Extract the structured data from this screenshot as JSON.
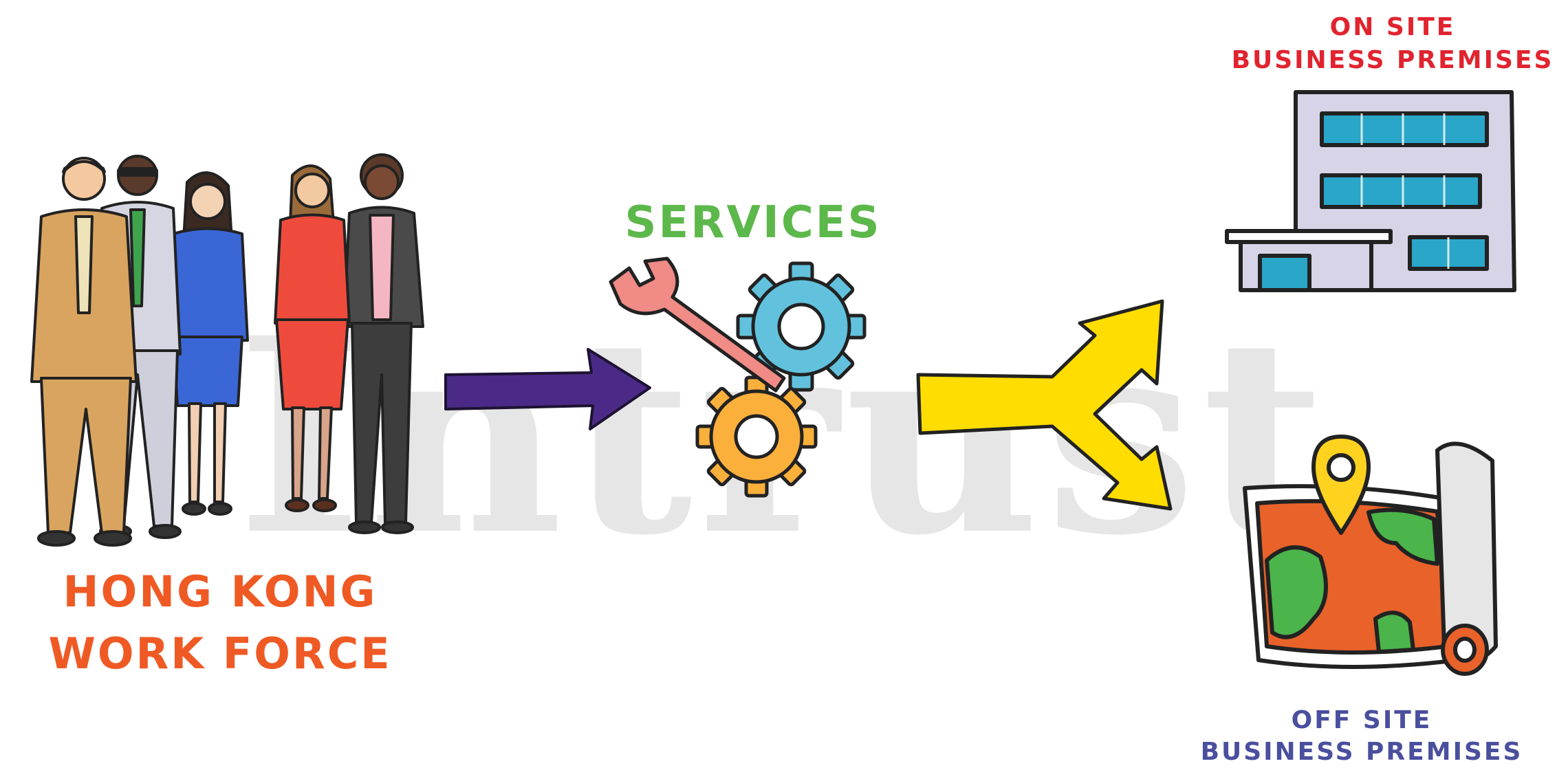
{
  "watermark": {
    "text": "Intrust"
  },
  "labels": {
    "workforce_line1": "HONG KONG",
    "workforce_line2": "WORK FORCE",
    "services": "SERVICES",
    "onsite_line1": "ON SITE",
    "onsite_line2": "BUSINESS PREMISES",
    "offsite_line1": "OFF SITE",
    "offsite_line2": "BUSINESS PREMISES"
  },
  "icons": [
    "business-people-group-icon",
    "right-arrow-icon",
    "wrench-gears-icon",
    "split-arrow-icon",
    "office-building-icon",
    "location-map-icon"
  ],
  "colors": {
    "workforce": "#ef5a24",
    "services": "#5cb84a",
    "onsite": "#e0242f",
    "offsite": "#4a4f9e",
    "arrow_purple": "#4b2a87",
    "arrow_yellow": "#ffdd00",
    "gear_blue": "#62c2dd",
    "gear_orange": "#fbb03b",
    "wrench": "#f08b86"
  }
}
